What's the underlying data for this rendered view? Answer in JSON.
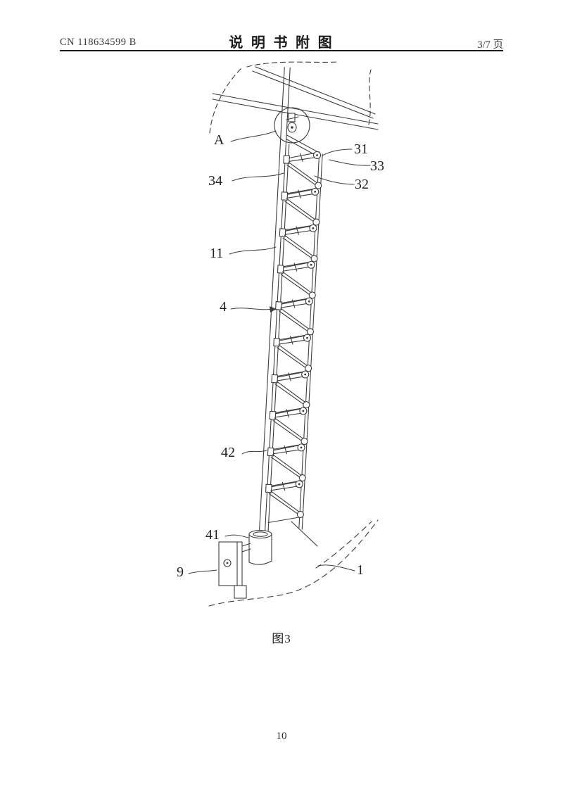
{
  "header": {
    "patent_number": "CN 118634599 B",
    "doc_title": "说  明  书  附  图",
    "page_indicator": "3/7 页"
  },
  "figure": {
    "caption": "图3",
    "labels": {
      "A": "A",
      "l31": "31",
      "l33": "33",
      "l34": "34",
      "l32": "32",
      "l11": "11",
      "l4": "4",
      "l42": "42",
      "l41": "41",
      "l9": "9",
      "l1": "1"
    }
  },
  "footer": {
    "page_number": "10"
  }
}
